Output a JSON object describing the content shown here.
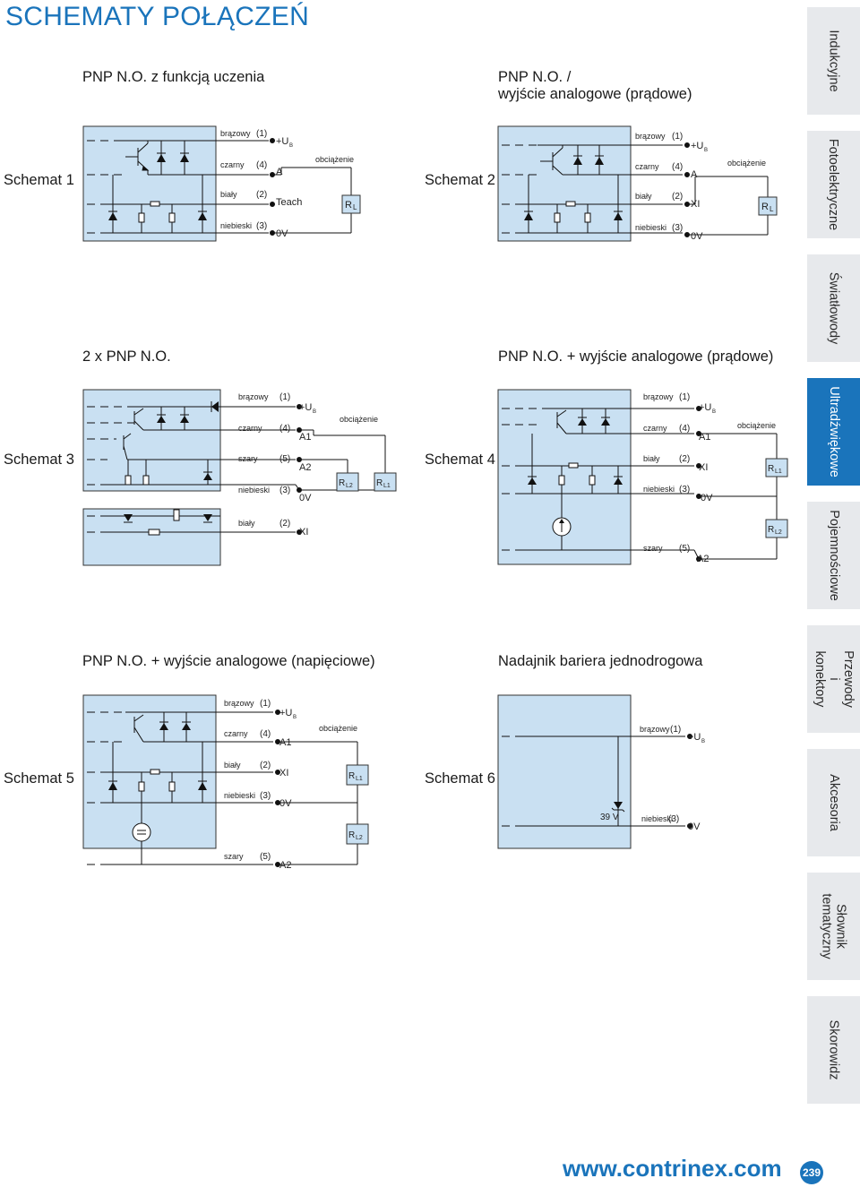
{
  "title": "SCHEMATY POŁĄCZEŃ",
  "subtitles": {
    "s1": "PNP N.O. z funkcją uczenia",
    "s2_line1": "PNP N.O. /",
    "s2_line2": "wyjście analogowe (prądowe)",
    "s3": "2 x PNP N.O.",
    "s4": "PNP N.O. + wyjście analogowe (prądowe)",
    "s5": "PNP N.O. + wyjście analogowe (napięciowe)",
    "s6": "Nadajnik bariera jednodrogowa"
  },
  "schemat_labels": [
    "Schemat 1",
    "Schemat 2",
    "Schemat 3",
    "Schemat 4",
    "Schemat 5",
    "Schemat 6"
  ],
  "wires": {
    "brown": "brązowy",
    "black": "czarny",
    "white": "biały",
    "blue": "niebieski",
    "grey": "szary",
    "n1": "(1)",
    "n2": "(2)",
    "n3": "(3)",
    "n4": "(4)",
    "n5": "(5)",
    "n3b": "(3)"
  },
  "terminals": {
    "plus": "+U",
    "plus_sub": "B",
    "A": "A",
    "A1": "A1",
    "A2": "A2",
    "teach": "Teach",
    "zero": "0V",
    "xi": "XI",
    "v39": "39 V"
  },
  "load": {
    "label": "obciążenie",
    "R": "R",
    "L": "L",
    "L1": "L1",
    "L2": "L2"
  },
  "tabs": [
    "Indukcyjne",
    "Fotoelektryczne",
    "Światłowody",
    "Ultradźwiękowe",
    "Pojemnościowe",
    "Przewody i konektory",
    "Akcesoria",
    "Słownik tematyczny",
    "Skorowidz"
  ],
  "active_tab": "Ultradźwiękowe",
  "footer": {
    "url": "www.contrinex.com",
    "page": "239"
  },
  "colors": {
    "accent": "#1a74bb",
    "box_fill": "#c9e0f2",
    "tab_bg": "#e7e9ec"
  }
}
